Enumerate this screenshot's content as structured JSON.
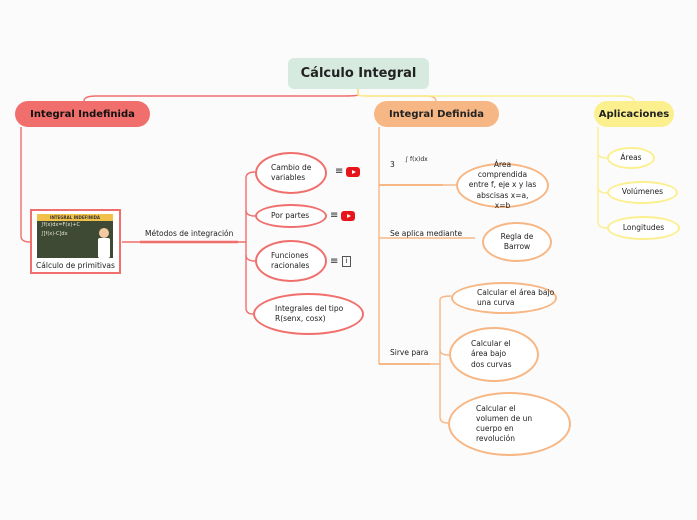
{
  "title": "Cálculo Integral",
  "branches": {
    "indefinida": {
      "label": "Integral Indefinida",
      "image_caption": "Cálculo de primitivas",
      "image_header": "INTEGRAL INDEFINIDA",
      "method_label": "Métodos de integración",
      "methods": [
        "Cambio de variables",
        "Por partes",
        "Funciones racionales",
        "Integrales del tipo R(senx, cosx)"
      ]
    },
    "definida": {
      "label": "Integral Definida",
      "formula": "∫ f(x)dx",
      "formula_prefix": "3",
      "area": "Área comprendida entre f, eje x y las abscisas x=a, x=b",
      "aplica_label": "Se aplica mediante",
      "barrow": "Regla de Barrow",
      "sirve_label": "Sirve para",
      "uses": [
        "Calcular el área bajo una curva",
        "Calcular el área bajo dos curvas",
        "Calcular el volumen de un cuerpo en revolución"
      ]
    },
    "aplicaciones": {
      "label": "Aplicaciones",
      "items": [
        "Áreas",
        "Volúmenes",
        "Longitudes"
      ]
    }
  },
  "icons": {
    "menu": "≡",
    "youtube": "youtube-icon",
    "document": "document-icon"
  },
  "colors": {
    "red": "#f06f6c",
    "orange": "#f7b784",
    "yellow": "#fbef8e",
    "root": "#d7eadf"
  }
}
